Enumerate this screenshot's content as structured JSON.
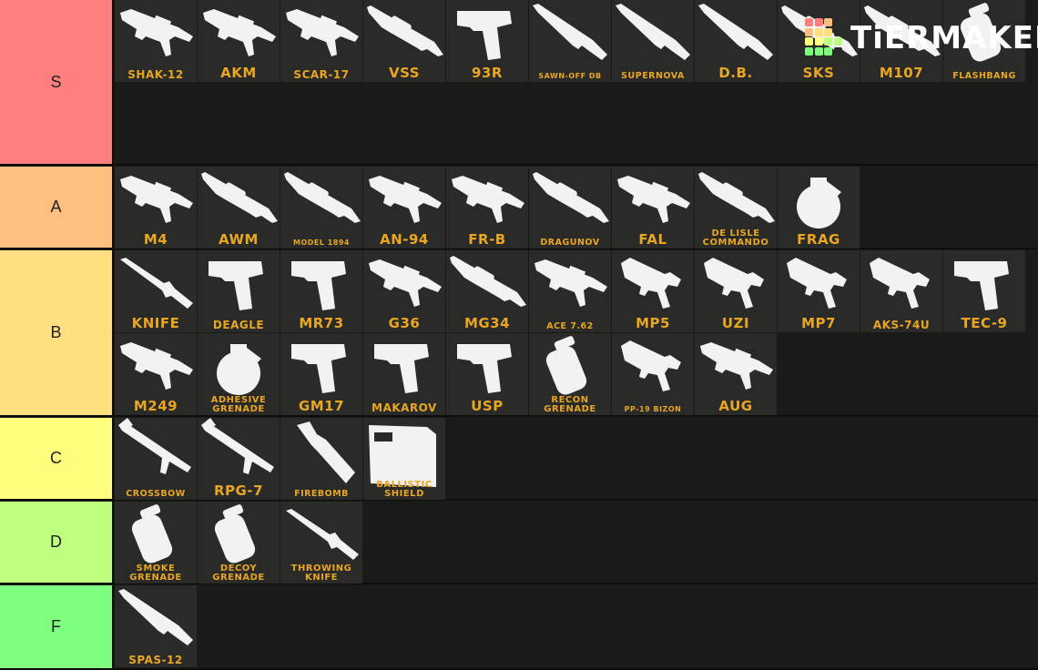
{
  "brand": {
    "name": "TiERMAKER"
  },
  "tiers": [
    {
      "label": "S",
      "color": "#ff7f7f",
      "items": [
        "SHAK-12",
        "AKM",
        "SCAR-17",
        "VSS",
        "93R",
        "SAWN-OFF DB",
        "SUPERNOVA",
        "D.B.",
        "SKS",
        "M107",
        "FLASHBANG"
      ]
    },
    {
      "label": "A",
      "color": "#ffbf7f",
      "items": [
        "M4",
        "AWM",
        "MODEL 1894",
        "AN-94",
        "FR-B",
        "DRAGUNOV",
        "FAL",
        "DE LISLE COMMANDO",
        "FRAG"
      ]
    },
    {
      "label": "B",
      "color": "#ffdf7f",
      "items": [
        "KNIFE",
        "DEAGLE",
        "MR73",
        "G36",
        "MG34",
        "ACE 7.62",
        "MP5",
        "UZI",
        "MP7",
        "AKS-74U",
        "TEC-9",
        "M249",
        "ADHESIVE GRENADE",
        "GM17",
        "MAKAROV",
        "USP",
        "RECON GRENADE",
        "PP-19 BIZON",
        "AUG"
      ]
    },
    {
      "label": "C",
      "color": "#ffff7f",
      "items": [
        "CROSSBOW",
        "RPG-7",
        "FIREBOMB",
        "BALLISTIC SHIELD"
      ]
    },
    {
      "label": "D",
      "color": "#bfff7f",
      "items": [
        "SMOKE GRENADE",
        "DECOY GRENADE",
        "THROWING KNIFE"
      ]
    },
    {
      "label": "F",
      "color": "#7fff7f",
      "items": [
        "SPAS-12"
      ]
    }
  ]
}
